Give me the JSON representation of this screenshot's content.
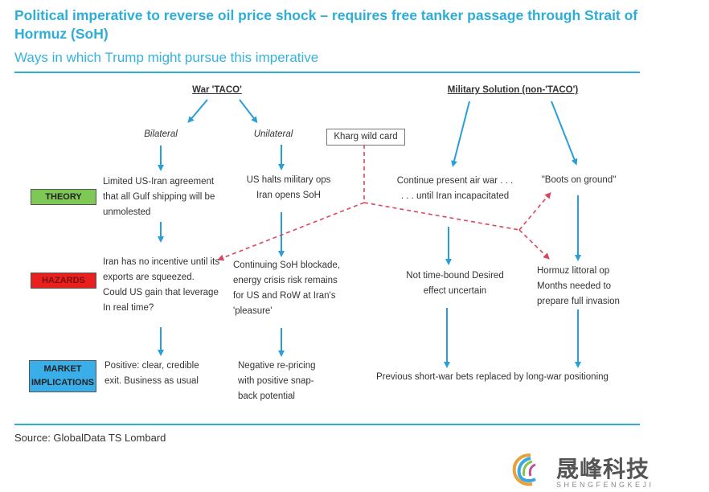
{
  "title": "Political imperative to reverse oil price shock – requires free tanker passage through Strait of Hormuz (SoH)",
  "subtitle": "Ways in which Trump might pursue this imperative",
  "headers": {
    "war_taco": "War 'TACO'",
    "military": "Military Solution (non-'TACO')"
  },
  "branches": {
    "bilateral": "Bilateral",
    "unilateral": "Unilateral"
  },
  "kharg": "Kharg wild card",
  "row_labels": {
    "theory": "THEORY",
    "hazards": "HAZARDS",
    "market": "MARKET IMPLICATIONS"
  },
  "theory": {
    "bilateral": "Limited US-Iran agreement that all Gulf shipping will be unmolested",
    "unilateral": "US halts military ops Iran opens SoH",
    "air_war_1": "Continue present air war . . .",
    "air_war_2": ". . . until Iran incapacitated",
    "boots": "\"Boots on ground\""
  },
  "hazards": {
    "bilateral": "Iran has no incentive until its exports are squeezed. Could US gain that leverage In real time?",
    "unilateral": "Continuing SoH blockade, energy crisis risk remains for US and RoW at Iran's 'pleasure'",
    "air_war": "Not time-bound Desired effect uncertain",
    "hormuz": "Hormuz littoral op Months needed to prepare full invasion"
  },
  "market": {
    "bilateral": "Positive: clear, credible exit. Business as usual",
    "unilateral": "Negative re-pricing with positive snap-back potential",
    "military": "Previous short-war bets replaced by long-war positioning"
  },
  "source": "Source: GlobalData TS Lombard",
  "logo": {
    "cn": "晟峰科技",
    "en": "SHENGFENGKEJI"
  },
  "colors": {
    "accent": "#2eaed6",
    "theory_green": "#7ec855",
    "hazard_red": "#e8201e",
    "market_blue": "#3aaee8",
    "dashed_red": "#d9475e"
  }
}
